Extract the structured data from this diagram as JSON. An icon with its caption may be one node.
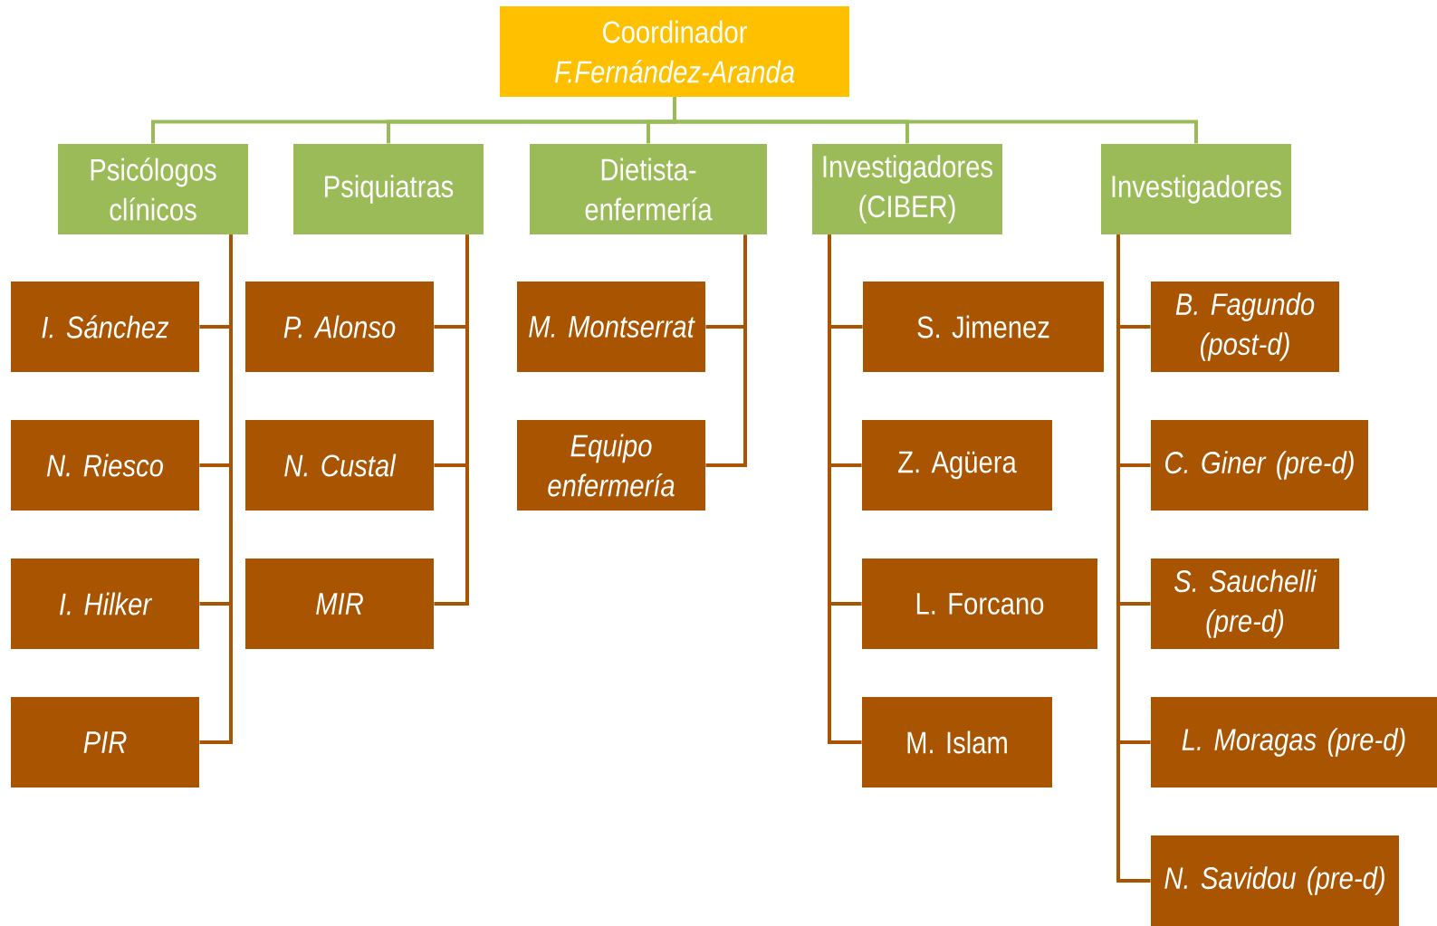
{
  "diagram": {
    "nodes": [
      {
        "text": [
          "Coordinador",
          "F.Fernández-Aranda"
        ]
      },
      {
        "text": [
          "Psicólogos clínicos"
        ]
      },
      {
        "text": [
          "Psiquiatras"
        ]
      },
      {
        "text": [
          "Dietista- enfermería"
        ]
      },
      {
        "text": [
          "Investigadores (CIBER)"
        ]
      },
      {
        "text": [
          "Investigadores"
        ]
      },
      {
        "text": [
          "I. Sánchez"
        ]
      },
      {
        "text": [
          "N. Riesco"
        ]
      },
      {
        "text": [
          "I. Hilker"
        ]
      },
      {
        "text": [
          "PIR"
        ]
      },
      {
        "text": [
          "P. Alonso"
        ]
      },
      {
        "text": [
          "N. Custal"
        ]
      },
      {
        "text": [
          "MIR"
        ]
      },
      {
        "text": [
          "M. Montserrat"
        ]
      },
      {
        "text": [
          "Equipo enfermería"
        ]
      },
      {
        "text": [
          "S. Jimenez"
        ]
      },
      {
        "text": [
          "Z. Agüera"
        ]
      },
      {
        "text": [
          "L. Forcano"
        ]
      },
      {
        "text": [
          "M. Islam"
        ]
      },
      {
        "text": [
          "B. Fagundo (post-d)"
        ]
      },
      {
        "text": [
          "C. Giner (pre-d)"
        ]
      },
      {
        "text": [
          "S. Sauchelli (pre-d)"
        ]
      },
      {
        "text": [
          "L. Moragas (pre-d)"
        ]
      },
      {
        "text": [
          "N. Savidou (pre-d)"
        ]
      }
    ],
    "edges": [
      {
        "from": 0,
        "to": 1,
        "arrow": "none",
        "color": "#9bbb59"
      },
      {
        "from": 0,
        "to": 2,
        "arrow": "none",
        "color": "#9bbb59"
      },
      {
        "from": 0,
        "to": 3,
        "arrow": "none",
        "color": "#9bbb59"
      },
      {
        "from": 0,
        "to": 4,
        "arrow": "none",
        "color": "#9bbb59"
      },
      {
        "from": 0,
        "to": 5,
        "arrow": "none",
        "color": "#9bbb59"
      },
      {
        "from": 1,
        "to": 6,
        "arrow": "none"
      },
      {
        "from": 1,
        "to": 7,
        "arrow": "none"
      },
      {
        "from": 1,
        "to": 8,
        "arrow": "none"
      },
      {
        "from": 1,
        "to": 9,
        "arrow": "none"
      },
      {
        "from": 2,
        "to": 10,
        "arrow": "none"
      },
      {
        "from": 2,
        "to": 11,
        "arrow": "none"
      },
      {
        "from": 2,
        "to": 12,
        "arrow": "none"
      },
      {
        "from": 3,
        "to": 13,
        "arrow": "none"
      },
      {
        "from": 3,
        "to": 14,
        "arrow": "none"
      },
      {
        "from": 4,
        "to": 15,
        "arrow": "none"
      },
      {
        "from": 4,
        "to": 16,
        "arrow": "none"
      },
      {
        "from": 4,
        "to": 17,
        "arrow": "none"
      },
      {
        "from": 4,
        "to": 18,
        "arrow": "none"
      },
      {
        "from": 5,
        "to": 19,
        "arrow": "none"
      },
      {
        "from": 5,
        "to": 20,
        "arrow": "none"
      },
      {
        "from": 5,
        "to": 21,
        "arrow": "none"
      },
      {
        "from": 5,
        "to": 22,
        "arrow": "none"
      },
      {
        "from": 5,
        "to": 23,
        "arrow": "none"
      }
    ]
  }
}
